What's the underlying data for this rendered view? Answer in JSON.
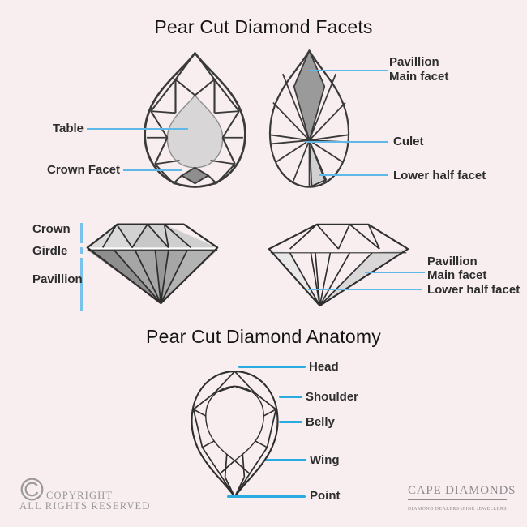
{
  "background": "#f8eef0",
  "titles": {
    "facets": "Pear Cut Diamond Facets",
    "anatomy": "Pear Cut Diamond Anatomy"
  },
  "facet_view_labels": {
    "table": "Table",
    "crown_facet": "Crown Facet",
    "pavillion_main_top": "Pavillion\nMain facet",
    "culet": "Culet",
    "lower_half_top": "Lower half facet"
  },
  "profile_view_labels": {
    "crown": "Crown",
    "girdle": "Girdle",
    "pavillion": "Pavillion",
    "pavillion_main_side": "Pavillion\nMain facet",
    "lower_half_side": "Lower half facet"
  },
  "anatomy_labels": {
    "head": "Head",
    "shoulder": "Shoulder",
    "belly": "Belly",
    "wing": "Wing",
    "point": "Point"
  },
  "footer": {
    "copyright_line1": "COPYRIGHT",
    "copyright_line2": "ALL RIGHTS RESERVED",
    "brand_name": "CAPE DIAMONDS",
    "brand_tagline_left": "DIAMOND DEALERS",
    "brand_tagline_right": "FINE JEWELLERS"
  },
  "icons": {
    "copyright_icon": "double-ring-copyright",
    "brand_diamond_icon": "diamond-outline"
  },
  "colors": {
    "leader_light_blue": "#5fb8e8",
    "leader_bright_blue": "#29abe2",
    "facet_dark_gray": "#969696",
    "facet_light_gray": "#d8d6d7",
    "wireframe_stroke": "#3a3a3a",
    "text_dark": "#2d2d2d",
    "footer_gray": "#8e8c8f"
  }
}
